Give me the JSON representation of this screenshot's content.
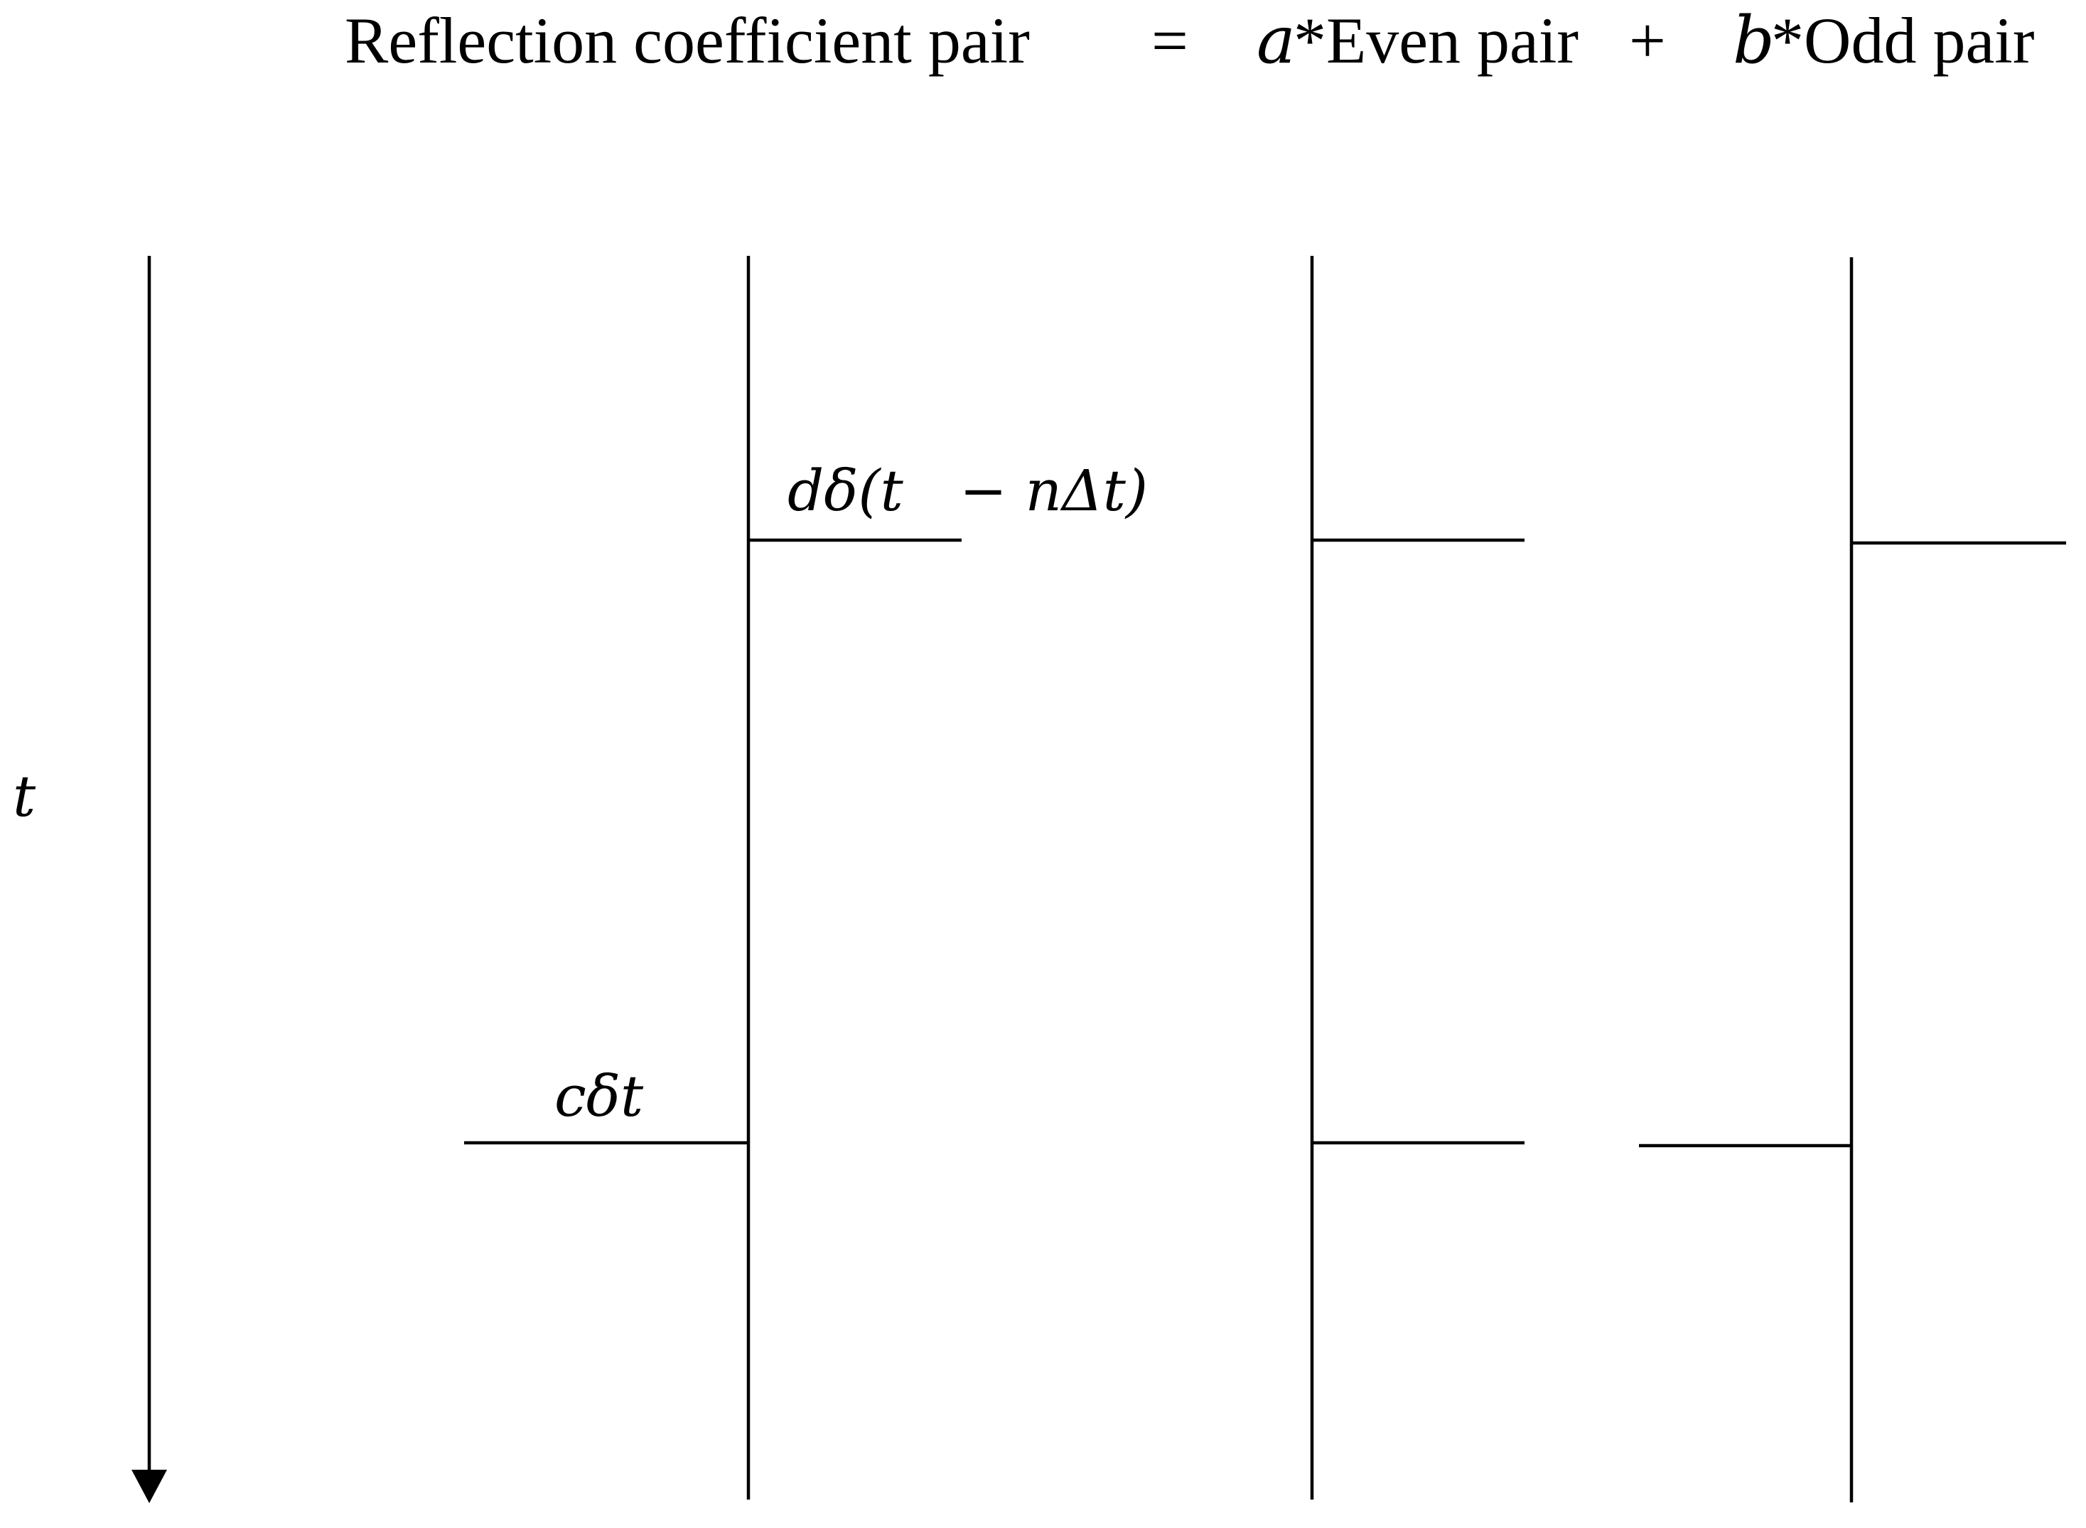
{
  "equation": {
    "lhs": "Reflection coefficient pair",
    "equals": "=",
    "coef_a": "a",
    "even_term": "*Even pair",
    "plus": "+",
    "coef_b": "b",
    "odd_term": "*Odd pair"
  },
  "time_axis": {
    "label": "t"
  },
  "reflection_pair": {
    "first_spike_label": "cδt",
    "second_spike_label_left": "dδ(t",
    "second_spike_label_right": "− nΔt)"
  }
}
